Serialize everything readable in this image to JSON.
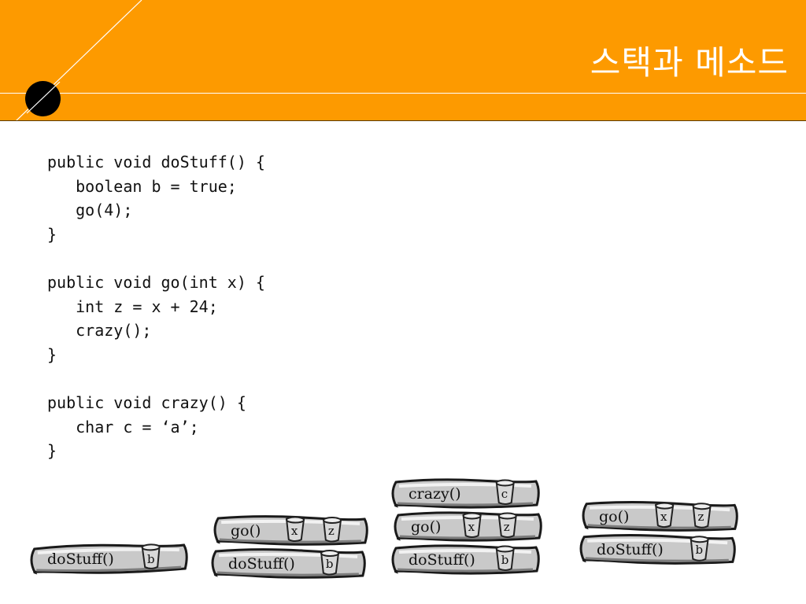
{
  "slide": {
    "title": "스택과 메소드"
  },
  "code": {
    "lines": [
      "public void doStuff() {",
      "   boolean b = true;",
      "   go(4);",
      "}",
      "",
      "public void go(int x) {",
      "   int z = x + 24;",
      "   crazy();",
      "}",
      "",
      "public void crazy() {",
      "   char c = ‘a’;",
      "}"
    ]
  },
  "stacks": [
    {
      "frames": [
        {
          "method": "doStuff()",
          "vars": [
            "b"
          ]
        }
      ]
    },
    {
      "frames": [
        {
          "method": "doStuff()",
          "vars": [
            "b"
          ]
        },
        {
          "method": "go()",
          "vars": [
            "x",
            "z"
          ]
        }
      ]
    },
    {
      "frames": [
        {
          "method": "doStuff()",
          "vars": [
            "b"
          ]
        },
        {
          "method": "go()",
          "vars": [
            "x",
            "z"
          ]
        },
        {
          "method": "crazy()",
          "vars": [
            "c"
          ]
        }
      ]
    },
    {
      "frames": [
        {
          "method": "doStuff()",
          "vars": [
            "b"
          ]
        },
        {
          "method": "go()",
          "vars": [
            "x",
            "z"
          ]
        }
      ]
    }
  ],
  "colors": {
    "header": "#fd9a00",
    "frame_fill": "#c9c9c9",
    "frame_edge": "#1a1a1a"
  }
}
